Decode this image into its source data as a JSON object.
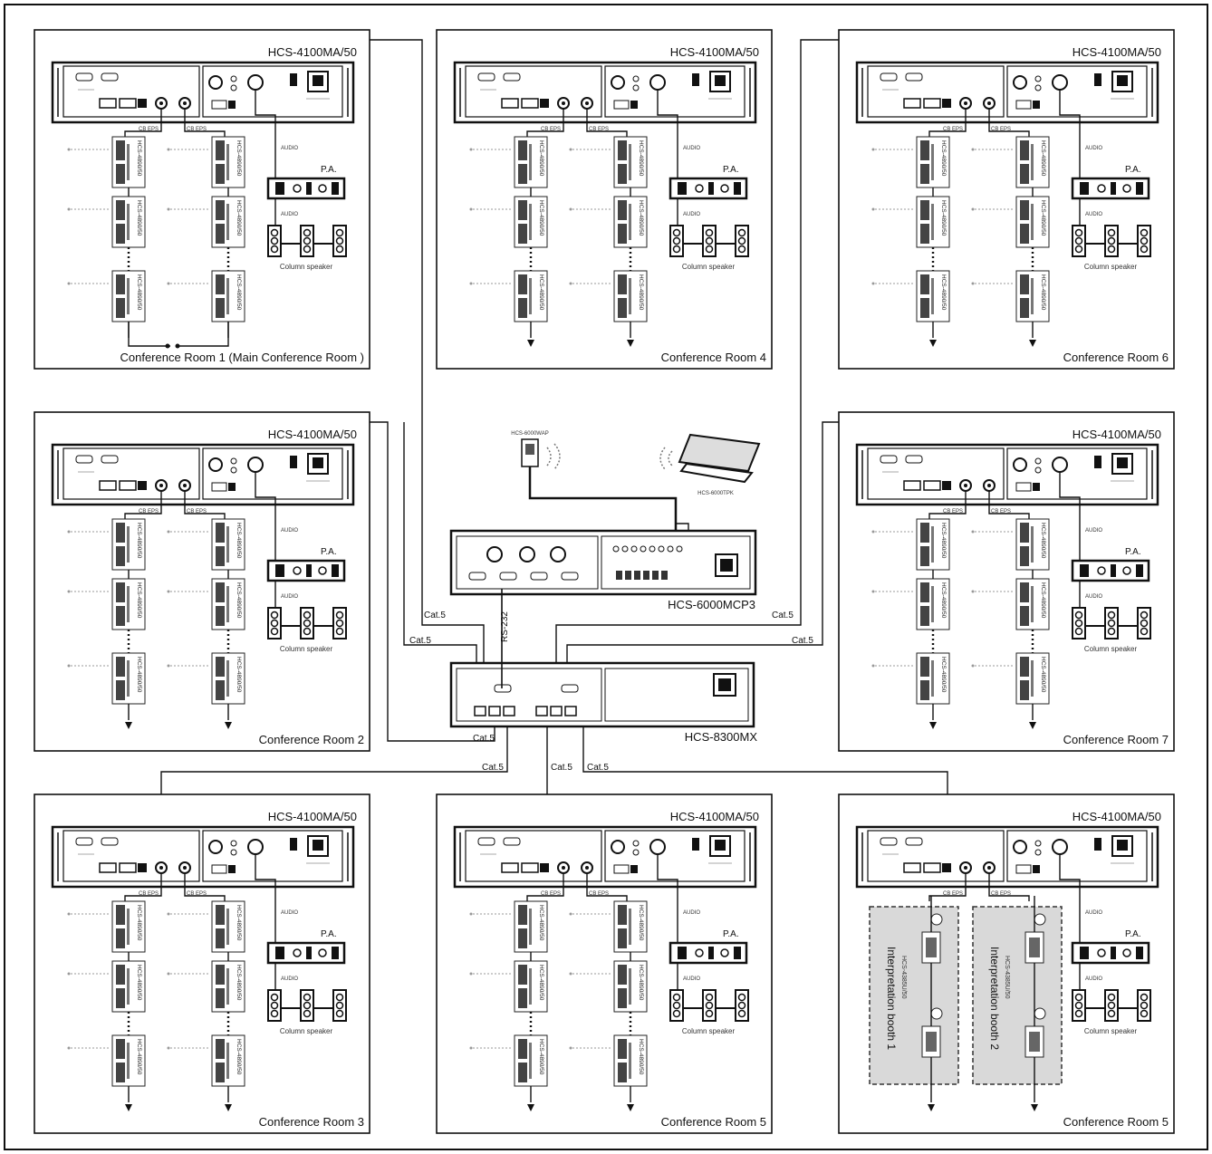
{
  "rooms": [
    {
      "device": "HCS-4100MA/50",
      "name": "Conference Room 1 (Main Conference Room )",
      "units": [
        "HCS-4890/50",
        "HCS-4890/50",
        "HCS-4890/50",
        "HCS-4890/50",
        "HCS-4890/50",
        "HCS-4890/50"
      ],
      "speaker": "Column speaker",
      "pa": "P.A.",
      "audio": "AUDIO",
      "cat": "CB EPS",
      "end_dots": true
    },
    {
      "device": "HCS-4100MA/50",
      "name": "Conference Room 4",
      "units": [
        "HCS-4890/50",
        "HCS-4890/50",
        "HCS-4890/50",
        "HCS-4890/50",
        "HCS-4890/50",
        "HCS-4890/50"
      ],
      "speaker": "Column speaker",
      "pa": "P.A.",
      "audio": "AUDIO",
      "cat": "CB EPS"
    },
    {
      "device": "HCS-4100MA/50",
      "name": "Conference Room 6",
      "units": [
        "HCS-4890/50",
        "HCS-4890/50",
        "HCS-4890/50",
        "HCS-4890/50",
        "HCS-4890/50",
        "HCS-4890/50"
      ],
      "speaker": "Column speaker",
      "pa": "P.A.",
      "audio": "AUDIO",
      "cat": "CB EPS"
    },
    {
      "device": "HCS-4100MA/50",
      "name": "Conference Room 2",
      "units": [
        "HCS-4890/50",
        "HCS-4890/50",
        "HCS-4890/50",
        "HCS-4890/50",
        "HCS-4890/50",
        "HCS-4890/50"
      ],
      "speaker": "Column speaker",
      "pa": "P.A.",
      "audio": "AUDIO",
      "cat": "CB EPS"
    },
    {
      "device": "HCS-4100MA/50",
      "name": "Conference Room 7",
      "units": [
        "HCS-4890/50",
        "HCS-4890/50",
        "HCS-4890/50",
        "HCS-4890/50",
        "HCS-4890/50",
        "HCS-4890/50"
      ],
      "speaker": "Column speaker",
      "pa": "P.A.",
      "audio": "AUDIO",
      "cat": "CB EPS"
    },
    {
      "device": "HCS-4100MA/50",
      "name": "Conference Room 3",
      "units": [
        "HCS-4890/50",
        "HCS-4890/50",
        "HCS-4890/50",
        "HCS-4890/50",
        "HCS-4890/50",
        "HCS-4890/50"
      ],
      "speaker": "Column speaker",
      "pa": "P.A.",
      "audio": "AUDIO",
      "cat": "CB EPS"
    },
    {
      "device": "HCS-4100MA/50",
      "name": "Conference Room 5",
      "units": [
        "HCS-4890/50",
        "HCS-4890/50",
        "HCS-4890/50",
        "HCS-4890/50",
        "HCS-4890/50",
        "HCS-4890/50"
      ],
      "speaker": "Column speaker",
      "pa": "P.A.",
      "audio": "AUDIO",
      "cat": "CB EPS"
    },
    {
      "device": "HCS-4100MA/50",
      "name": "Conference Room 5",
      "booths": [
        {
          "label": "Interpretation booth 1",
          "model": "HCS-4385U/50"
        },
        {
          "label": "Interpretation booth 2",
          "model": "HCS-4385U/50"
        }
      ],
      "speaker": "Column speaker",
      "pa": "P.A.",
      "audio": "AUDIO",
      "cat": "CB EPS"
    }
  ],
  "center": {
    "mcp": "HCS-6000MCP3",
    "mx": "HCS-8300MX",
    "rs232": "RS-232",
    "cat5": "Cat.5",
    "router": "HCS-6000WAP",
    "tablet": "HCS-6000TPK"
  }
}
